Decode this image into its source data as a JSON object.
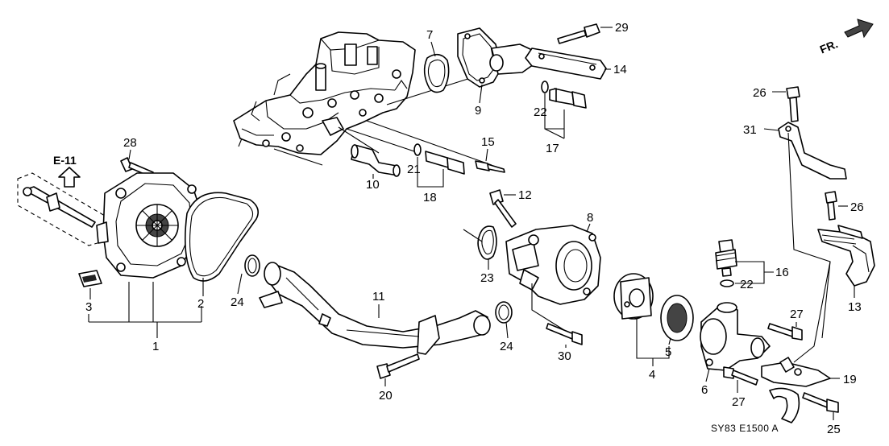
{
  "orientation_label": "FR.",
  "reference_label": "E-11",
  "diagram_code": "SY83 E1500 A",
  "callouts": {
    "c1": "1",
    "c2": "2",
    "c3": "3",
    "c4": "4",
    "c5": "5",
    "c6": "6",
    "c7": "7",
    "c8": "8",
    "c9": "9",
    "c10": "10",
    "c11": "11",
    "c12": "12",
    "c13": "13",
    "c14": "14",
    "c15": "15",
    "c16": "16",
    "c17": "17",
    "c18": "18",
    "c19": "19",
    "c20": "20",
    "c21": "21",
    "c22a": "22",
    "c22b": "22",
    "c23": "23",
    "c24a": "24",
    "c24b": "24",
    "c25": "25",
    "c26a": "26",
    "c26b": "26",
    "c27a": "27",
    "c27b": "27",
    "c28": "28",
    "c29": "29",
    "c30": "30",
    "c31": "31"
  }
}
